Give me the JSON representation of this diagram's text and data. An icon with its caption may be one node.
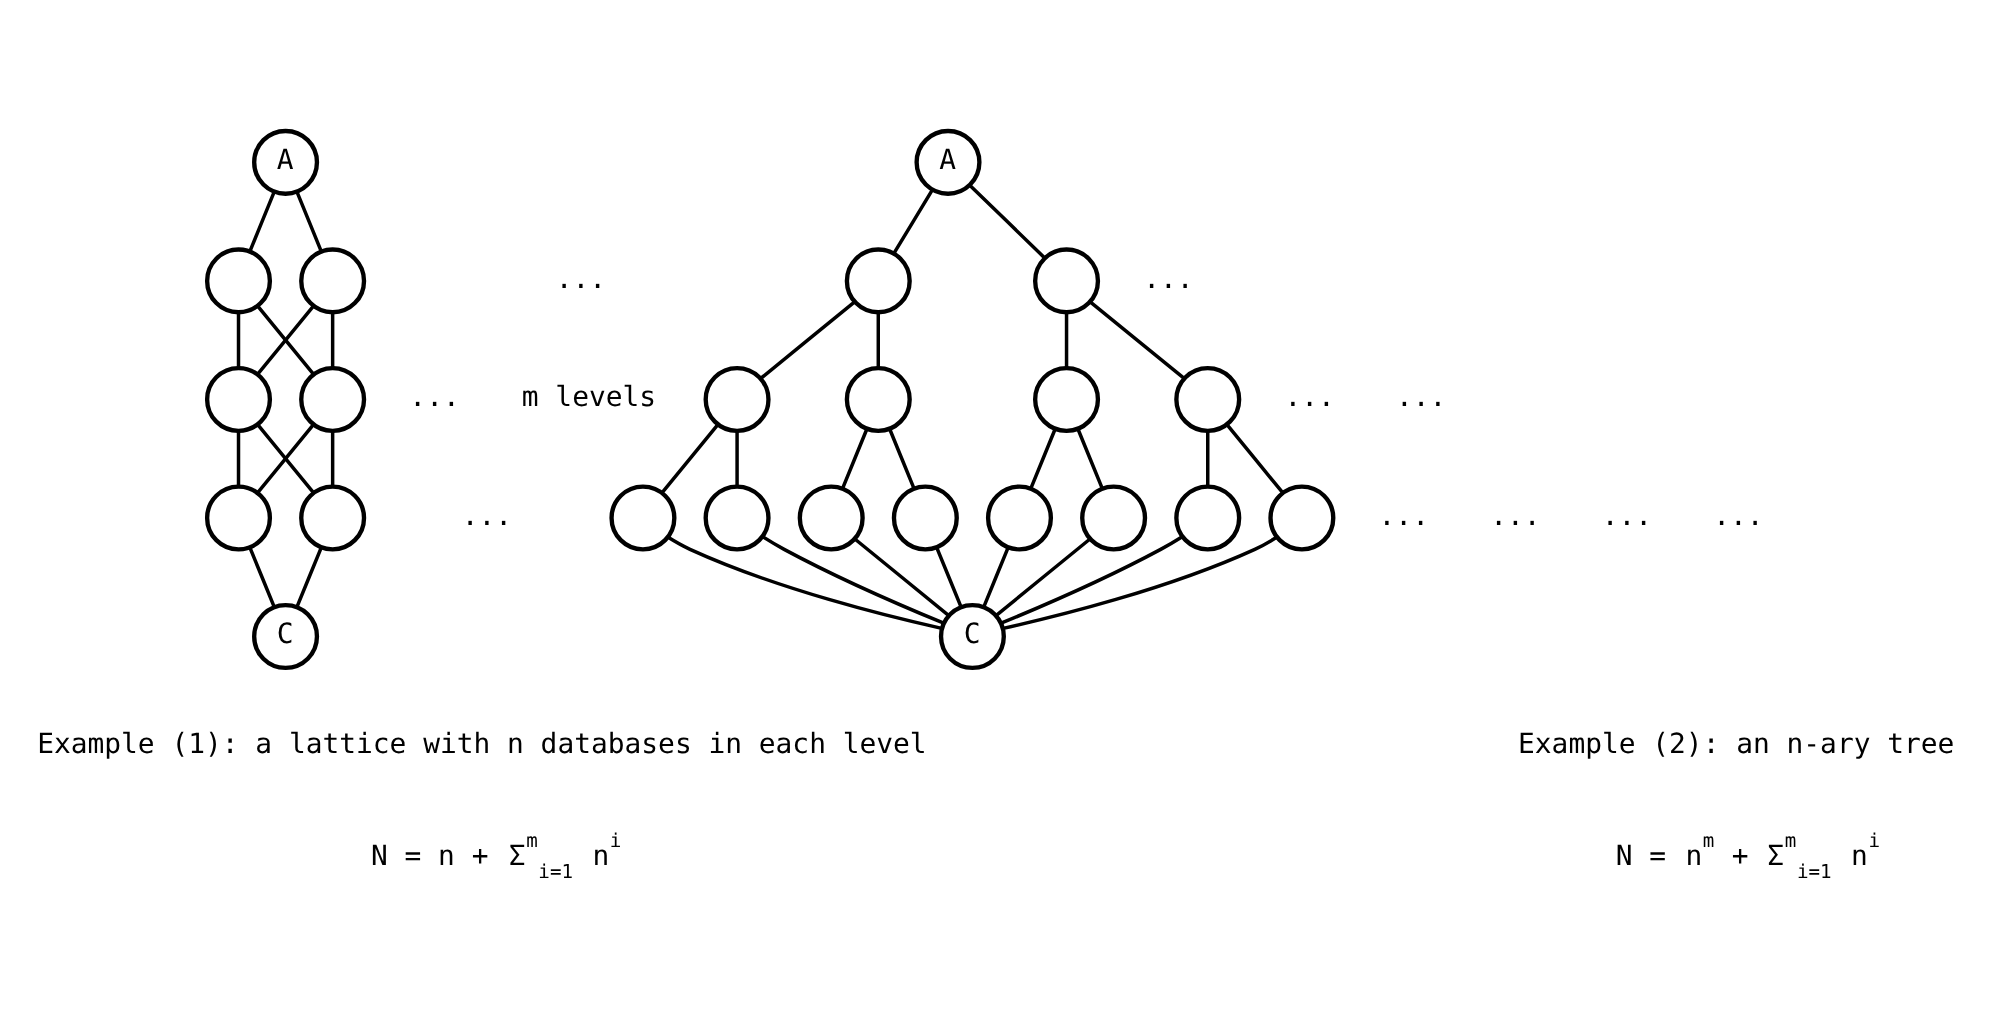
{
  "diagram": {
    "nodes": [
      {
        "text": [
          "A"
        ]
      },
      {
        "text": [],
        "shape": "circle"
      },
      {
        "text": [],
        "shape": "circle"
      },
      {
        "text": [],
        "shape": "circle"
      },
      {
        "text": [],
        "shape": "circle"
      },
      {
        "text": [],
        "shape": "circle"
      },
      {
        "text": [],
        "shape": "circle"
      },
      {
        "text": [
          "C"
        ]
      },
      {
        "text": [
          "A"
        ]
      },
      {
        "text": [],
        "shape": "circle"
      },
      {
        "text": [],
        "shape": "circle"
      },
      {
        "text": [],
        "shape": "circle"
      },
      {
        "text": [],
        "shape": "circle"
      },
      {
        "text": [],
        "shape": "circle"
      },
      {
        "text": [],
        "shape": "circle"
      },
      {
        "text": [],
        "shape": "circle"
      },
      {
        "text": [],
        "shape": "circle"
      },
      {
        "text": [],
        "shape": "circle"
      },
      {
        "text": [],
        "shape": "circle"
      },
      {
        "text": [],
        "shape": "circle"
      },
      {
        "text": [],
        "shape": "circle"
      },
      {
        "text": [],
        "shape": "circle"
      },
      {
        "text": [],
        "shape": "circle"
      },
      {
        "text": [
          "C"
        ]
      }
    ],
    "edges": [
      {
        "from": 0,
        "to": 1,
        "arrow": "none"
      },
      {
        "from": 0,
        "to": 2,
        "arrow": "none"
      },
      {
        "from": 1,
        "to": 3,
        "arrow": "none"
      },
      {
        "from": 1,
        "to": 4,
        "arrow": "none"
      },
      {
        "from": 2,
        "to": 3,
        "arrow": "none"
      },
      {
        "from": 2,
        "to": 4,
        "arrow": "none"
      },
      {
        "from": 3,
        "to": 5,
        "arrow": "none"
      },
      {
        "from": 3,
        "to": 6,
        "arrow": "none"
      },
      {
        "from": 4,
        "to": 5,
        "arrow": "none"
      },
      {
        "from": 4,
        "to": 6,
        "arrow": "none"
      },
      {
        "from": 5,
        "to": 7,
        "arrow": "none"
      },
      {
        "from": 6,
        "to": 7,
        "arrow": "none"
      },
      {
        "from": 8,
        "to": 9,
        "arrow": "none"
      },
      {
        "from": 8,
        "to": 10,
        "arrow": "none"
      },
      {
        "from": 9,
        "to": 11,
        "arrow": "none"
      },
      {
        "from": 9,
        "to": 12,
        "arrow": "none"
      },
      {
        "from": 10,
        "to": 13,
        "arrow": "none"
      },
      {
        "from": 10,
        "to": 14,
        "arrow": "none"
      },
      {
        "from": 11,
        "to": 15,
        "arrow": "none"
      },
      {
        "from": 11,
        "to": 16,
        "arrow": "none"
      },
      {
        "from": 12,
        "to": 17,
        "arrow": "none"
      },
      {
        "from": 12,
        "to": 18,
        "arrow": "none"
      },
      {
        "from": 13,
        "to": 19,
        "arrow": "none"
      },
      {
        "from": 13,
        "to": 20,
        "arrow": "none"
      },
      {
        "from": 14,
        "to": 21,
        "arrow": "none"
      },
      {
        "from": 14,
        "to": 22,
        "arrow": "none"
      },
      {
        "from": 15,
        "to": 23,
        "arrow": "none"
      },
      {
        "from": 16,
        "to": 23,
        "arrow": "none"
      },
      {
        "from": 17,
        "to": 23,
        "arrow": "none"
      },
      {
        "from": 18,
        "to": 23,
        "arrow": "none"
      },
      {
        "from": 19,
        "to": 23,
        "arrow": "none"
      },
      {
        "from": 20,
        "to": 23,
        "arrow": "none"
      },
      {
        "from": 21,
        "to": 23,
        "arrow": "none"
      },
      {
        "from": 22,
        "to": 23,
        "arrow": "none"
      }
    ],
    "labels": [
      "...",
      "...",
      "...",
      "m levels",
      "...",
      "...",
      "...",
      "...",
      "...",
      "...",
      "...",
      "Example (1): a lattice with n databases in each level",
      "Example (2): an n-ary tree",
      "N = n + Σ$^{m}$$_{i=1}$ n$^{i}$",
      "N = n$^{m}$ + Σ$^{m}$$_{i=1}$ n$^{i}$"
    ]
  }
}
